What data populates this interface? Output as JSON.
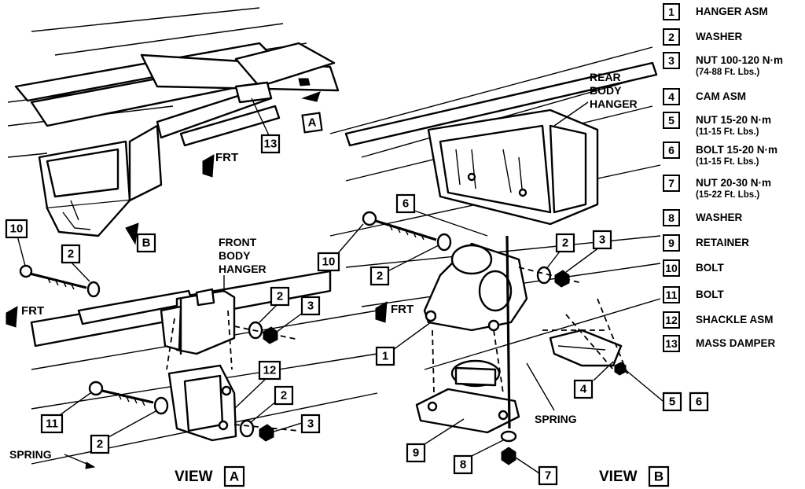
{
  "legend": [
    {
      "num": "1",
      "name": "HANGER ASM",
      "spec": ""
    },
    {
      "num": "2",
      "name": "WASHER",
      "spec": ""
    },
    {
      "num": "3",
      "name": "NUT 100-120 N·m",
      "spec": "(74-88 Ft. Lbs.)"
    },
    {
      "num": "4",
      "name": "CAM ASM",
      "spec": ""
    },
    {
      "num": "5",
      "name": "NUT 15-20 N·m",
      "spec": "(11-15 Ft. Lbs.)"
    },
    {
      "num": "6",
      "name": "BOLT  15-20 N·m",
      "spec": "(11-15 Ft. Lbs.)"
    },
    {
      "num": "7",
      "name": "NUT  20-30 N·m",
      "spec": "(15-22 Ft. Lbs.)"
    },
    {
      "num": "8",
      "name": "WASHER",
      "spec": ""
    },
    {
      "num": "9",
      "name": "RETAINER",
      "spec": ""
    },
    {
      "num": "10",
      "name": "BOLT",
      "spec": ""
    },
    {
      "num": "11",
      "name": "BOLT",
      "spec": ""
    },
    {
      "num": "12",
      "name": "SHACKLE ASM",
      "spec": ""
    },
    {
      "num": "13",
      "name": "MASS DAMPER",
      "spec": ""
    }
  ],
  "labels": {
    "rear_hanger": [
      "REAR",
      "BODY",
      "HANGER"
    ],
    "front_hanger": [
      "FRONT",
      "BODY",
      "HANGER"
    ],
    "spring": "SPRING",
    "spring_b": "SPRING",
    "frt": "FRT",
    "view_word": "VIEW",
    "view_a": "A",
    "view_b": "B"
  },
  "callouts": {
    "c13": "13",
    "c10a": "10",
    "c2a": "2",
    "c2b": "2",
    "c3a": "3",
    "c12": "12",
    "c2c": "2",
    "c3b": "3",
    "c11": "11",
    "c2d": "2",
    "c6": "6",
    "c10b": "10",
    "c2e": "2",
    "c2f": "2",
    "c3c": "3",
    "c1": "1",
    "c4": "4",
    "c5": "5",
    "c6b": "6",
    "c9": "9",
    "c8": "8",
    "c7": "7",
    "keyA": "A",
    "keyB": "B"
  }
}
